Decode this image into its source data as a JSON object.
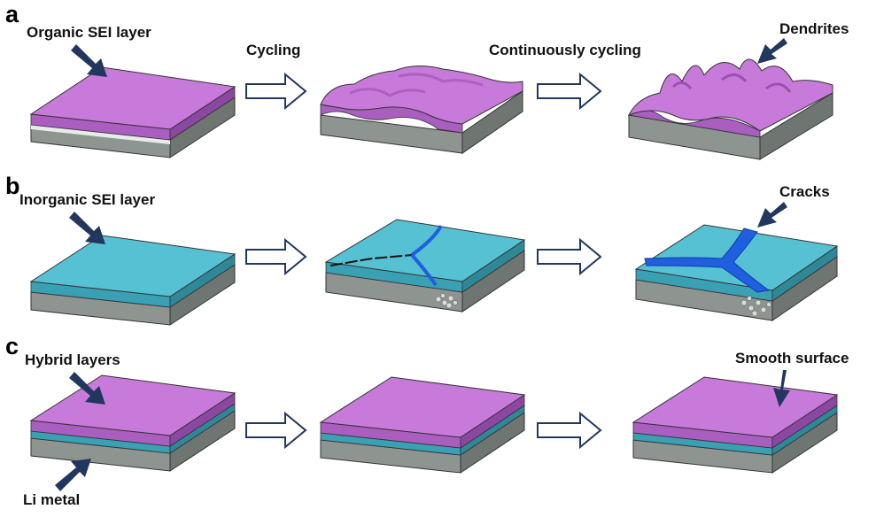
{
  "panels": [
    {
      "letter": "a",
      "label": "Organic SEI layer"
    },
    {
      "letter": "b",
      "label": "Inorganic SEI layer"
    },
    {
      "letter": "c",
      "label": "Hybrid layers"
    }
  ],
  "step_labels": {
    "cycling": "Cycling",
    "continuously_cycling": "Continuously cycling"
  },
  "callouts": {
    "dendrites": "Dendrites",
    "cracks": "Cracks",
    "smooth_surface": "Smooth surface",
    "li_metal": "Li metal"
  },
  "colors": {
    "organic_sei": "#c77ad9",
    "inorganic_sei": "#56c1d3",
    "li_metal": "#9aa09c",
    "crack_blue": "#1f5fe0",
    "arrow_navy": "#22375e"
  }
}
